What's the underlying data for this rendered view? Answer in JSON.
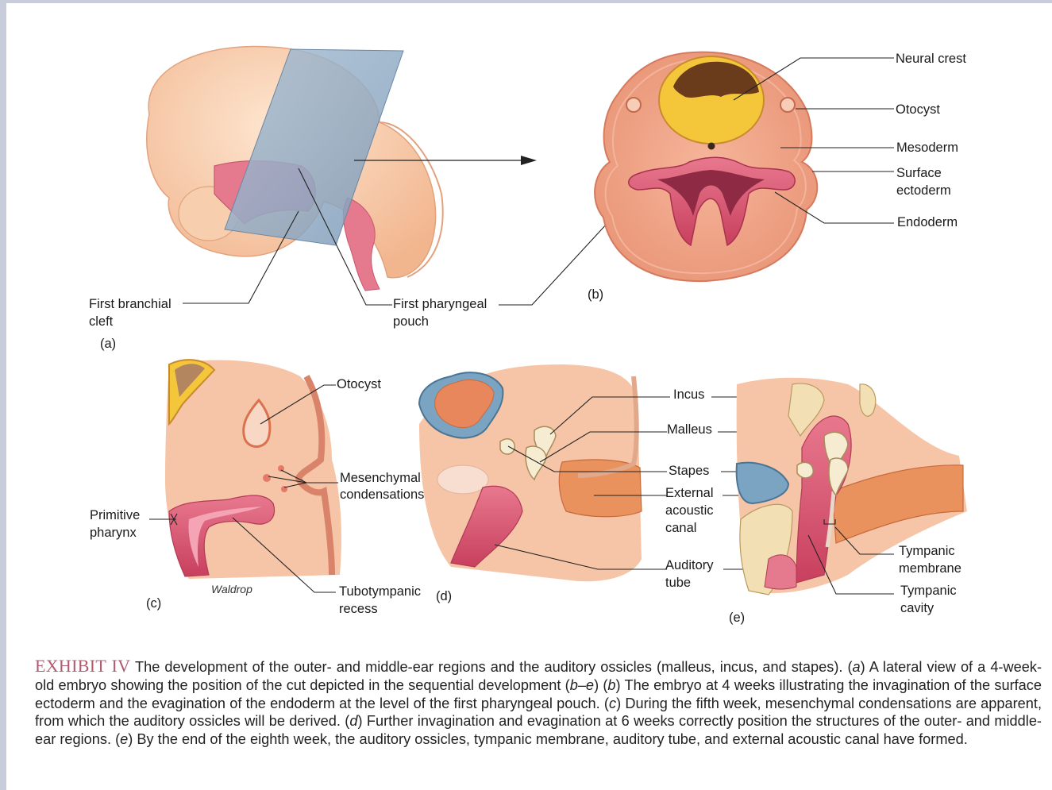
{
  "figure": {
    "panel_a": {
      "letter": "(a)",
      "labels": {
        "first_branchial_1": "First branchial",
        "first_branchial_2": "cleft",
        "first_pharyngeal_1": "First pharyngeal",
        "first_pharyngeal_2": "pouch"
      }
    },
    "panel_b": {
      "letter": "(b)",
      "labels": {
        "neural_crest": "Neural crest",
        "otocyst": "Otocyst",
        "mesoderm": "Mesoderm",
        "surface_1": "Surface",
        "surface_2": "ectoderm",
        "endoderm": "Endoderm"
      }
    },
    "panel_c": {
      "letter": "(c)",
      "signature": "Waldrop",
      "labels": {
        "otocyst": "Otocyst",
        "mesenchymal_1": "Mesenchymal",
        "mesenchymal_2": "condensations",
        "primitive_1": "Primitive",
        "primitive_2": "pharynx",
        "tubotympanic_1": "Tubotympanic",
        "tubotympanic_2": "recess"
      }
    },
    "panel_d": {
      "letter": "(d)",
      "labels": {
        "incus": "Incus",
        "malleus": "Malleus",
        "stapes": "Stapes",
        "external_1": "External",
        "external_2": "acoustic",
        "external_3": "canal",
        "auditory_1": "Auditory",
        "auditory_2": "tube"
      }
    },
    "panel_e": {
      "letter": "(e)",
      "labels": {
        "tympanic_membrane_1": "Tympanic",
        "tympanic_membrane_2": "membrane",
        "tympanic_cavity_1": "Tympanic",
        "tympanic_cavity_2": "cavity"
      }
    }
  },
  "caption": {
    "heading": "EXHIBIT IV",
    "text_1": " The development of the outer- and middle-ear regions and the auditory ossicles (malleus, incus, and stapes). (",
    "a1": "a",
    "text_2": ") A lateral view of a 4-week-old embryo showing the position of the cut depicted in the sequential development (",
    "be": "b–e",
    "text_3": ") (",
    "b": "b",
    "text_4": ") The embryo at 4 weeks illustrating the invagination of the surface ectoderm and the evagination of the endoderm at the level of the first pharyngeal pouch. (",
    "c": "c",
    "text_5": ") During the fifth week, mesenchymal condensations are apparent, from which the auditory ossicles will be derived. (",
    "d": "d",
    "text_6": ") Further invagination and evagination at 6 weeks correctly position the structures of the outer- and middle-ear regions. (",
    "e": "e",
    "text_7": ") By the end of the eighth week, the auditory ossicles, tympanic membrane, auditory tube, and external acoustic canal have formed."
  }
}
